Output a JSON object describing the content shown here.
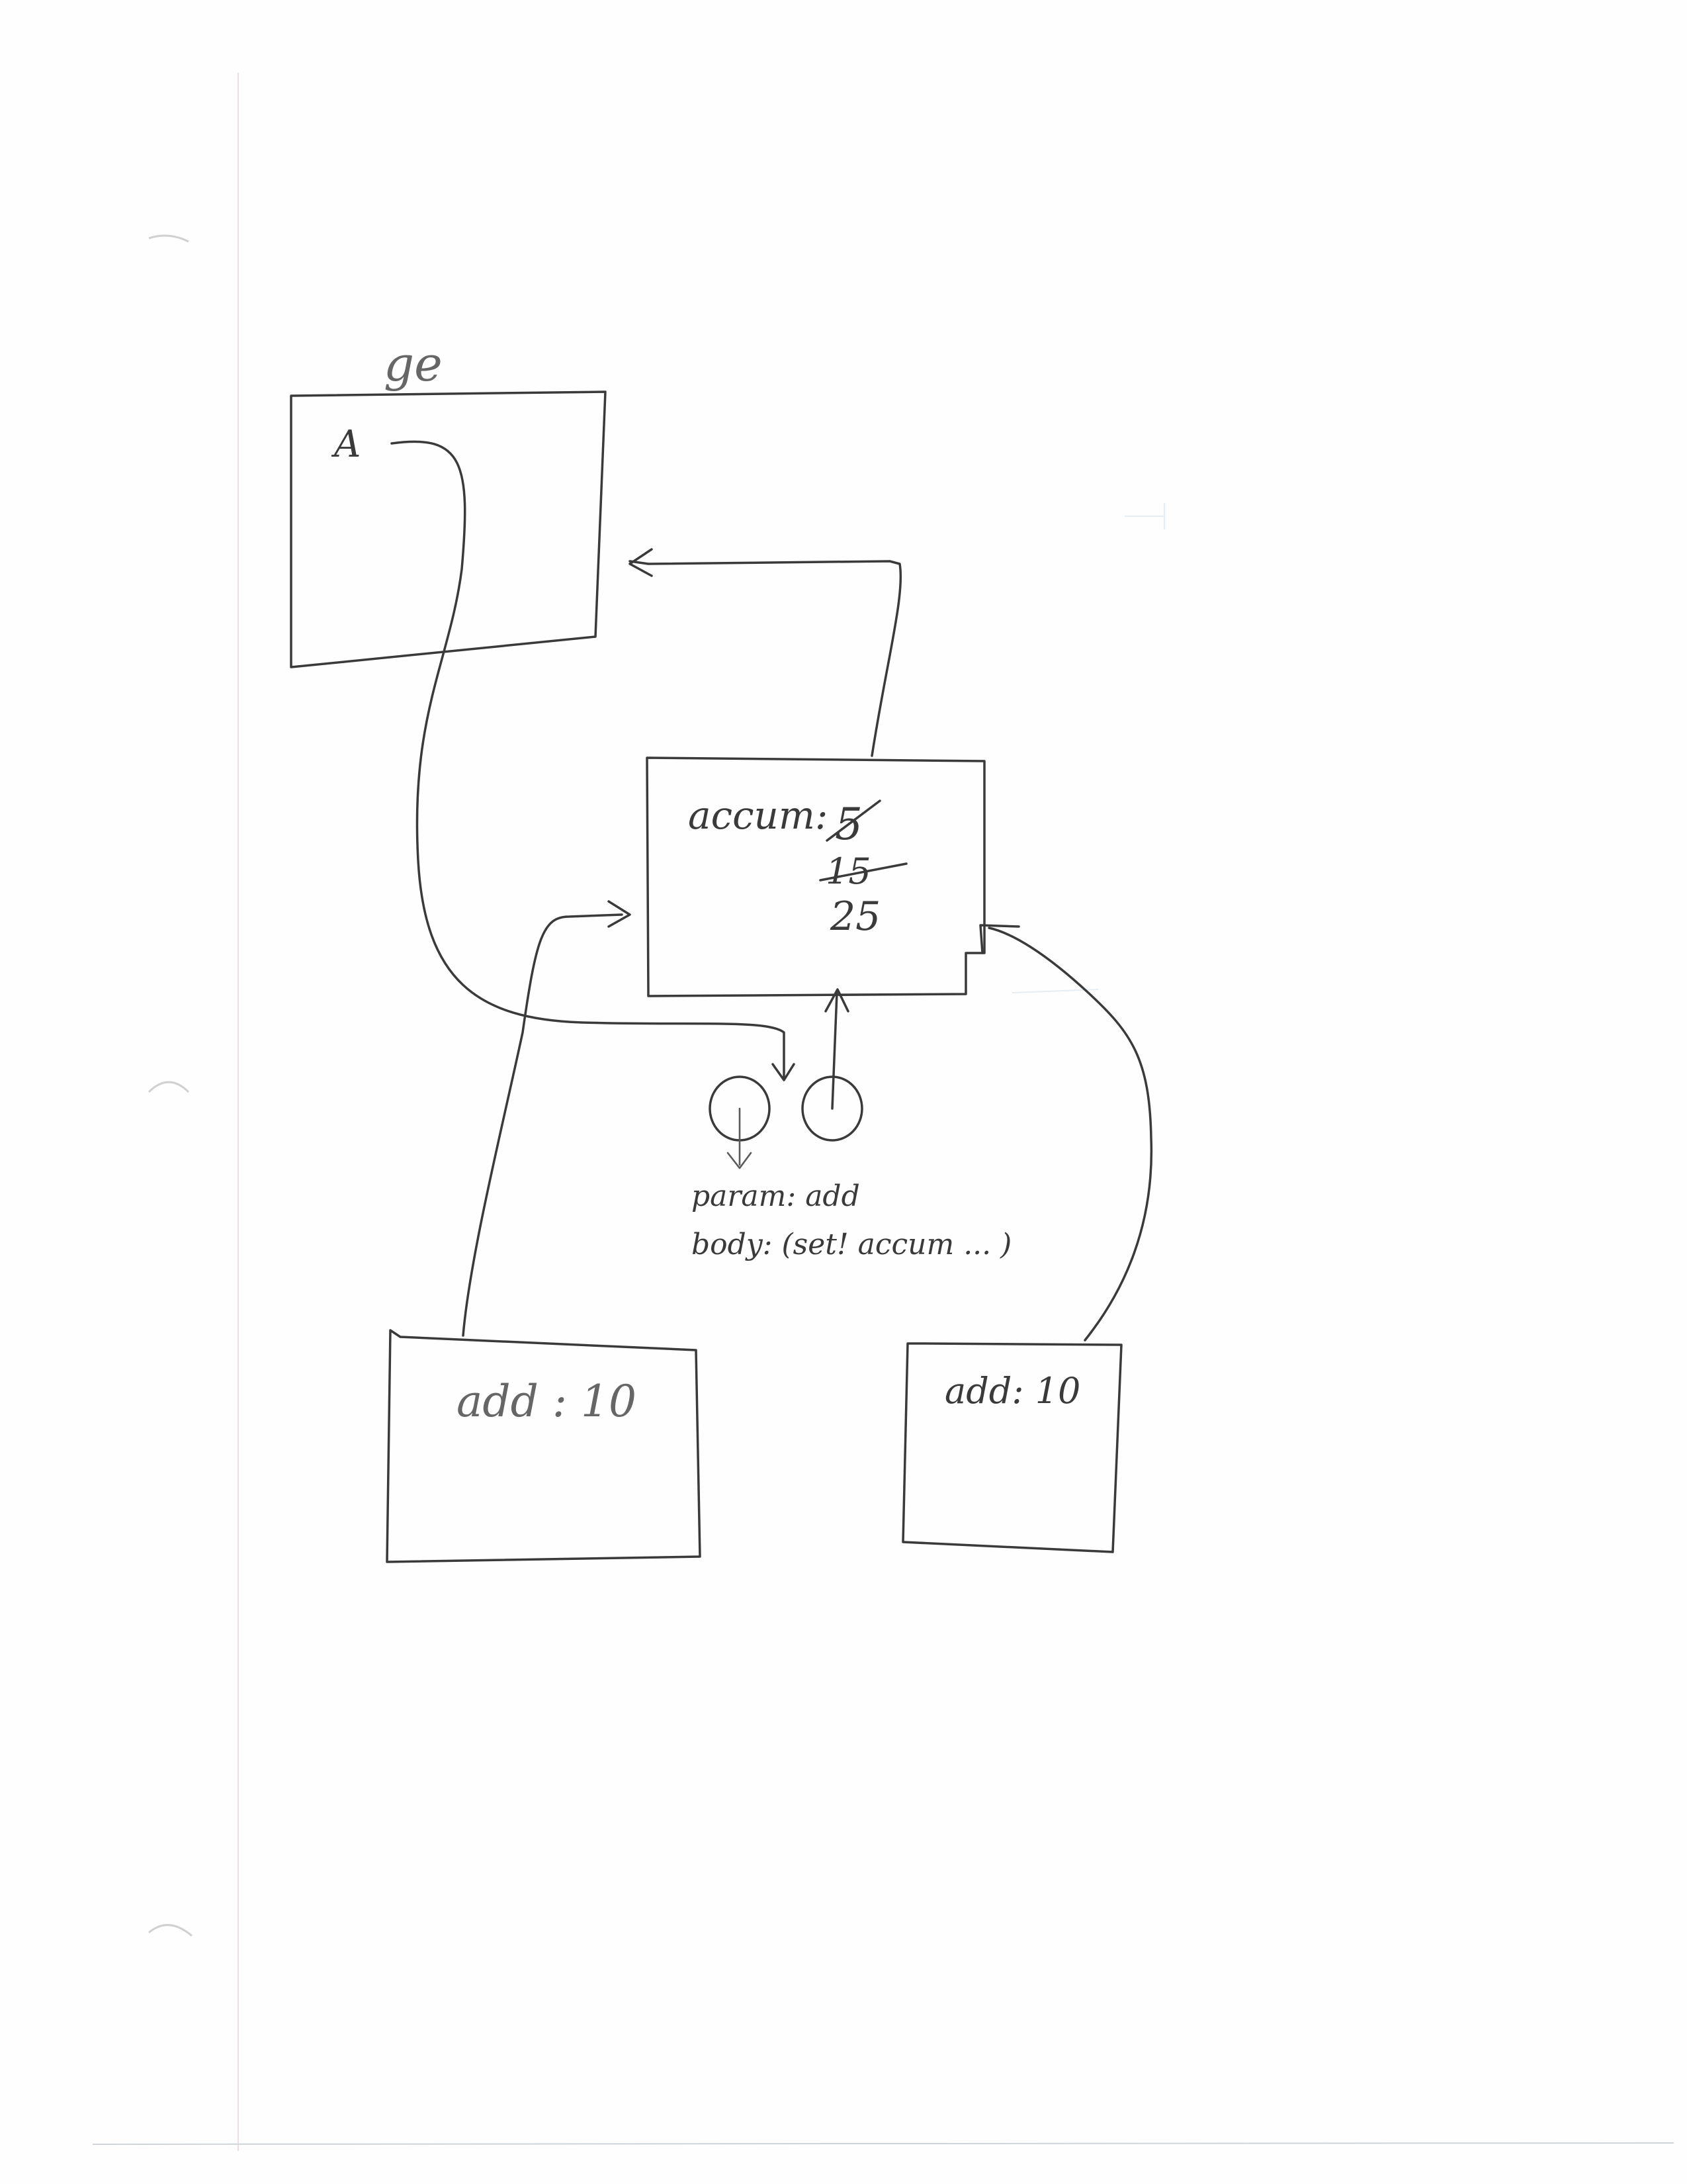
{
  "global_frame": {
    "label": "ge",
    "binding_name": "A"
  },
  "accum_frame": {
    "binding_name": "accum:",
    "values": [
      "5",
      "15",
      "25"
    ],
    "struck_values": [
      "5",
      "15"
    ]
  },
  "procedure": {
    "param_line": "param: add",
    "body_line": "body: (set! accum ... )"
  },
  "call_frames": [
    {
      "binding": "add : 10"
    },
    {
      "binding": "add: 10"
    }
  ]
}
